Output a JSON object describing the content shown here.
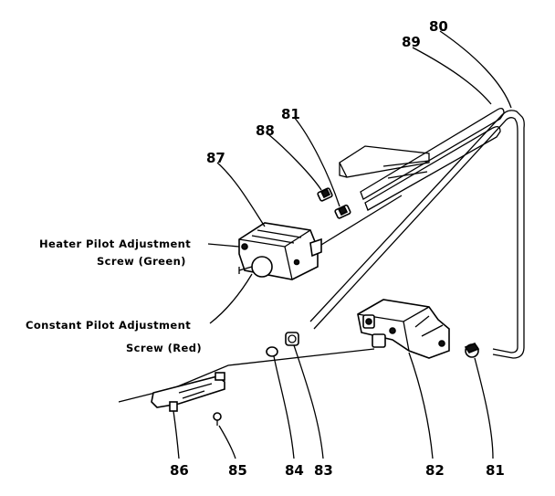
{
  "callouts": {
    "p80": "80",
    "p89": "89",
    "p81_top": "81",
    "p88": "88",
    "p87": "87",
    "p82": "82",
    "p81_bottom": "81",
    "p83": "83",
    "p84": "84",
    "p85": "85",
    "p86": "86"
  },
  "labels": {
    "heater_line1": "Heater Pilot Adjustment",
    "heater_line2": "Screw (Green)",
    "constant_line1": "Constant Pilot Adjustment",
    "constant_line2": "Screw (Red)"
  }
}
